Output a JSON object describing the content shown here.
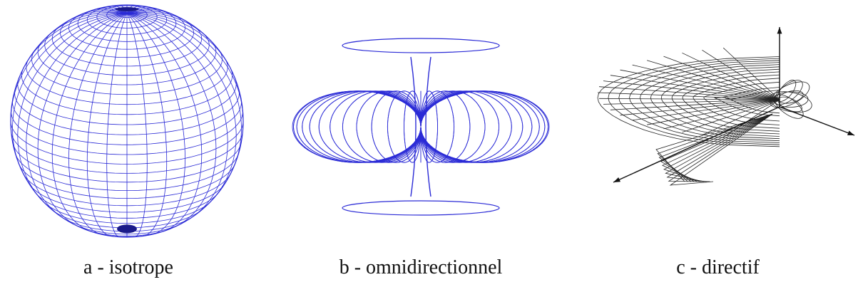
{
  "figure": {
    "captions": {
      "a": "a - isotrope",
      "b": "b - omnidirectionnel",
      "c": "c - directif"
    },
    "colors": {
      "mesh_blue": "#2b2bd6",
      "mesh_black": "#222222",
      "background": "#ffffff"
    },
    "panels": [
      {
        "id": "a",
        "shape": "sphere-wireframe"
      },
      {
        "id": "b",
        "shape": "torus-wireframe"
      },
      {
        "id": "c",
        "shape": "directional-lobe-wireframe-with-axes"
      }
    ]
  }
}
